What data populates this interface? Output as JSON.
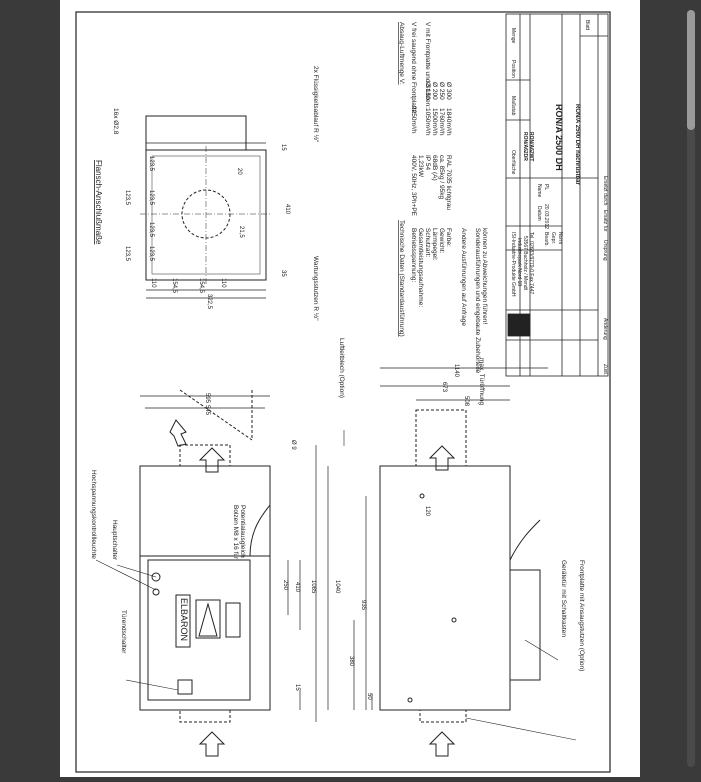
{
  "rotated_labels": {
    "hochspannungskontrollleuchte": "Hochspannungskontrollleuchte",
    "hauptschalter": "Hauptschalter",
    "tuerendschalter": "Türendschalter",
    "bolzen_line1": "Bolzen M8 x 16 für",
    "bolzen_line2": "Potentialausgleich",
    "flansch_title": "Flansch-Anschlußmaße",
    "hole_note": "16x Ø2,8",
    "fluessigkeitsablauf": "2x Flüssigkeitsablauf R ½\"",
    "wartungsstutzen": "Wartungsstutzen R ½\"",
    "luftleitblech": "Luftleitblech (Option)",
    "geraetetuer": "Gerätetür mit Schaltkasten",
    "frontplatte": "Frontplatte mit Ansaugstutzen (Option)",
    "max_tuerfnung": "max. Türöffnung",
    "brand": "ELBARON"
  },
  "dimensions": {
    "d595": "595",
    "d545": "545",
    "d09": "Ø 9",
    "d1040": "1040",
    "d1085": "1085",
    "d410": "410",
    "d250": "250",
    "d15": "15",
    "d935": "935",
    "d380": "380",
    "d50": "50",
    "d120": "120",
    "d1140": "1140",
    "d673": "673",
    "d508": "508",
    "f123_1": "123,5",
    "f123_2": "123,5",
    "f123_3": "123,5",
    "f123_4": "123,5",
    "f123_5": "123,5",
    "f123_6": "123,5",
    "f110a": "110",
    "f154": "154,5",
    "f154b": "154,5",
    "f110b": "110",
    "f322": "322,5",
    "f20": "20",
    "f21": "21,5",
    "f410": "410",
    "f15": "15",
    "f35": "35"
  },
  "tech": {
    "title": "Technische Daten (Standardausführung)",
    "rows": [
      {
        "label": "Betriebsspannung:",
        "value": "400V, 50Hz, 3Ph+PE"
      },
      {
        "label": "Gesamtleistungsaufnahme:",
        "value": "1,23kW"
      },
      {
        "label": "Schutzart:",
        "value": "IP 54"
      },
      {
        "label": "Lärmpegel:",
        "value": "68dB (A)"
      },
      {
        "label": "Gewicht:",
        "value": "ca. 85kg / 95kg"
      },
      {
        "label": "Farbe:",
        "value": "RAL 7035 lichtgrau"
      }
    ],
    "note1": "Andere Ausführungen auf Anfrage",
    "note2": "Sonderausführungen und eingebaute Zubehörteile",
    "note3": "können zu Abweichungen führen!"
  },
  "airflow": {
    "title": "Absaug-Luftmenge V:",
    "line1_label": "V frei saugend ohne Frontplatte:",
    "line1_value": "2250m³/h",
    "line2_label": "V mit Frontplatte und Stutzen:",
    "rows": [
      {
        "d": "Ø 150",
        "v": "1050m³/h"
      },
      {
        "d": "Ø 200",
        "v": "1500m³/h"
      },
      {
        "d": "Ø 250",
        "v": "1760m³/h"
      },
      {
        "d": "Ø 300",
        "v": "1840m³/h"
      }
    ]
  },
  "title_block": {
    "company": "ISI-Industrie-Produkte GmbH",
    "street": "Industriepark Nord 18",
    "city": "53567 Buchholz / Mendt",
    "tel": "Tel. 02683/9779-0  Fax 7447",
    "datum_label": "Datum",
    "name_label": "Name",
    "bearb_label": "Bearb.",
    "bearb_date": "20.03.2012",
    "bearb_name": "PL",
    "gepr_label": "Gepr.",
    "norm_label": "Norm",
    "part1": "RON/A62DR",
    "part2": "RON/A62WT",
    "drawing_title": "RON/A 2500 DH",
    "drawing_sub": "RON/A 2500 DH nachrüstbar",
    "aenderung": "Änderung",
    "zust": "Zust.",
    "blatt": "Blatt",
    "ursprung": "Ursprung",
    "ersatz": "Ersatz für",
    "ersetzt": "Ersetzt durch",
    "oberflaeche": "Oberfläche",
    "massstab": "Maßstab",
    "positionen": "Position",
    "menge": "Menge"
  },
  "colors": {
    "paper": "#ffffff",
    "ink": "#222222",
    "viewer_bg": "#3a3a3a"
  }
}
